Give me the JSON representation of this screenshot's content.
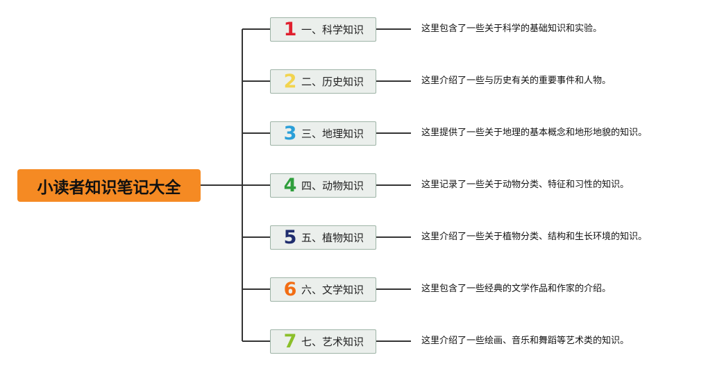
{
  "root": {
    "label": "小读者知识笔记大全",
    "color": "#f58a23"
  },
  "branches": [
    {
      "number": "1",
      "number_color": "#e0202f",
      "label": "一、科学知识",
      "description": "这里包含了一些关于科学的基础知识和实验。"
    },
    {
      "number": "2",
      "number_color": "#f2d44f",
      "label": "二、历史知识",
      "description": "这里介绍了一些与历史有关的重要事件和人物。"
    },
    {
      "number": "3",
      "number_color": "#2a9fd8",
      "label": "三、地理知识",
      "description": "这里提供了一些关于地理的基本概念和地形地貌的知识。"
    },
    {
      "number": "4",
      "number_color": "#2f9e3c",
      "label": "四、动物知识",
      "description": "这里记录了一些关于动物分类、特征和习性的知识。"
    },
    {
      "number": "5",
      "number_color": "#1f2d6e",
      "label": "五、植物知识",
      "description": "这里介绍了一些关于植物分类、结构和生长环境的知识。"
    },
    {
      "number": "6",
      "number_color": "#f26d14",
      "label": "六、文学知识",
      "description": "这里包含了一些经典的文学作品和作家的介绍。"
    },
    {
      "number": "7",
      "number_color": "#8bbf2a",
      "label": "七、艺术知识",
      "description": "这里介绍了一些绘画、音乐和舞蹈等艺术类的知识。"
    }
  ]
}
